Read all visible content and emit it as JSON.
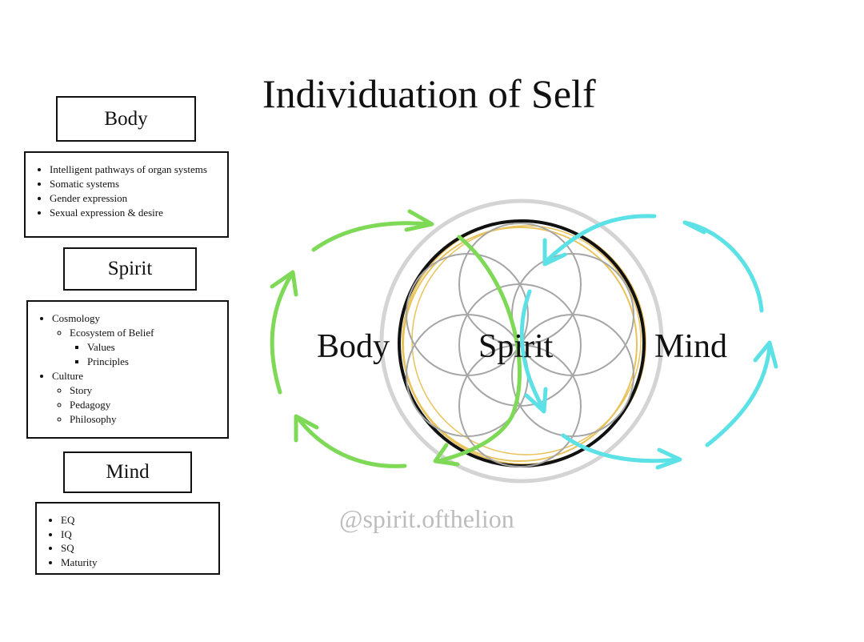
{
  "title": "Individuation of Self",
  "watermark": "@spirit.ofthelion",
  "sidebar": {
    "body": {
      "heading": "Body",
      "items": [
        "Intelligent pathways of organ systems",
        "Somatic systems",
        "Gender expression",
        "Sexual expression & desire"
      ]
    },
    "spirit": {
      "heading": "Spirit",
      "items": [
        {
          "label": "Cosmology",
          "children": [
            {
              "label": "Ecosystem of Belief",
              "children": [
                "Values",
                "Principles"
              ]
            }
          ]
        },
        {
          "label": "Culture",
          "children": [
            "Story",
            "Pedagogy",
            "Philosophy"
          ]
        }
      ]
    },
    "mind": {
      "heading": "Mind",
      "items": [
        "EQ",
        "IQ",
        "SQ",
        "Maturity"
      ]
    }
  },
  "diagram": {
    "labels": {
      "body": "Body",
      "spirit": "Spirit",
      "mind": "Mind"
    },
    "colors": {
      "body_arrows": "#7ed957",
      "mind_arrows": "#5ce1e6",
      "outer_ring": "#d4d4d4",
      "gold_rings": "#e8c25a",
      "inner_ring": "#111111",
      "flower_of_life": "#a6a6a6"
    }
  }
}
